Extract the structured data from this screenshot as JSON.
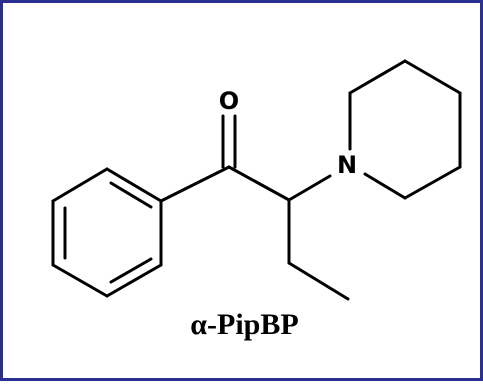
{
  "molecule": {
    "name": "α-PipBP",
    "atoms": {
      "oxygen": "O",
      "nitrogen": "N"
    }
  },
  "colors": {
    "border": "#2b2f8f",
    "ink": "#000000",
    "background": "#ffffff"
  }
}
